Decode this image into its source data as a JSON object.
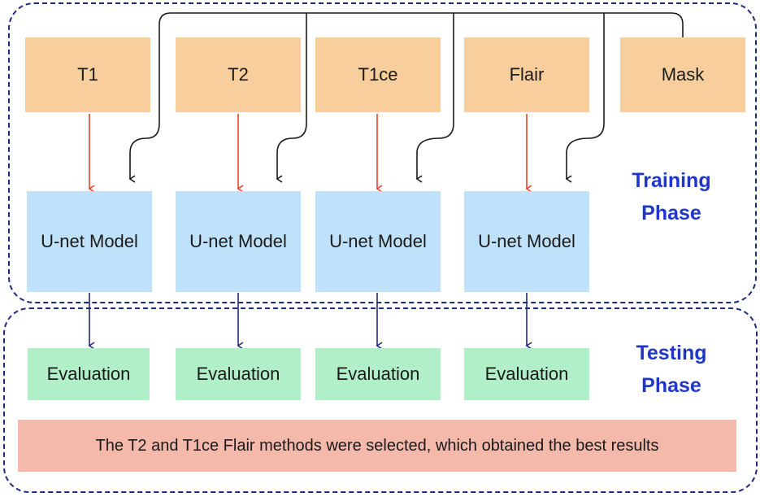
{
  "diagram": {
    "inputs": [
      {
        "label": "T1"
      },
      {
        "label": "T2"
      },
      {
        "label": "T1ce"
      },
      {
        "label": "Flair"
      },
      {
        "label": "Mask"
      }
    ],
    "models": [
      {
        "label": "U-net Model"
      },
      {
        "label": "U-net Model"
      },
      {
        "label": "U-net Model"
      },
      {
        "label": "U-net Model"
      }
    ],
    "evaluations": [
      {
        "label": "Evaluation"
      },
      {
        "label": "Evaluation"
      },
      {
        "label": "Evaluation"
      },
      {
        "label": "Evaluation"
      }
    ],
    "phases": {
      "training": {
        "line1": "Training",
        "line2": "Phase"
      },
      "testing": {
        "line1": "Testing",
        "line2": "Phase"
      }
    },
    "result_text": "The T2 and T1ce Flair methods were selected, which obtained the best results"
  },
  "colors": {
    "input_fill": "#f8cf9c",
    "model_fill": "#bfe2fa",
    "evaluation_fill": "#b0efc8",
    "result_fill": "#f4b9ab",
    "phase_text": "#1f36c9",
    "border_dashed": "#1e2a80",
    "modality_arrow": "#e8432a",
    "mask_arrow": "#1a1a1a",
    "eval_arrow": "#1e2a80"
  }
}
